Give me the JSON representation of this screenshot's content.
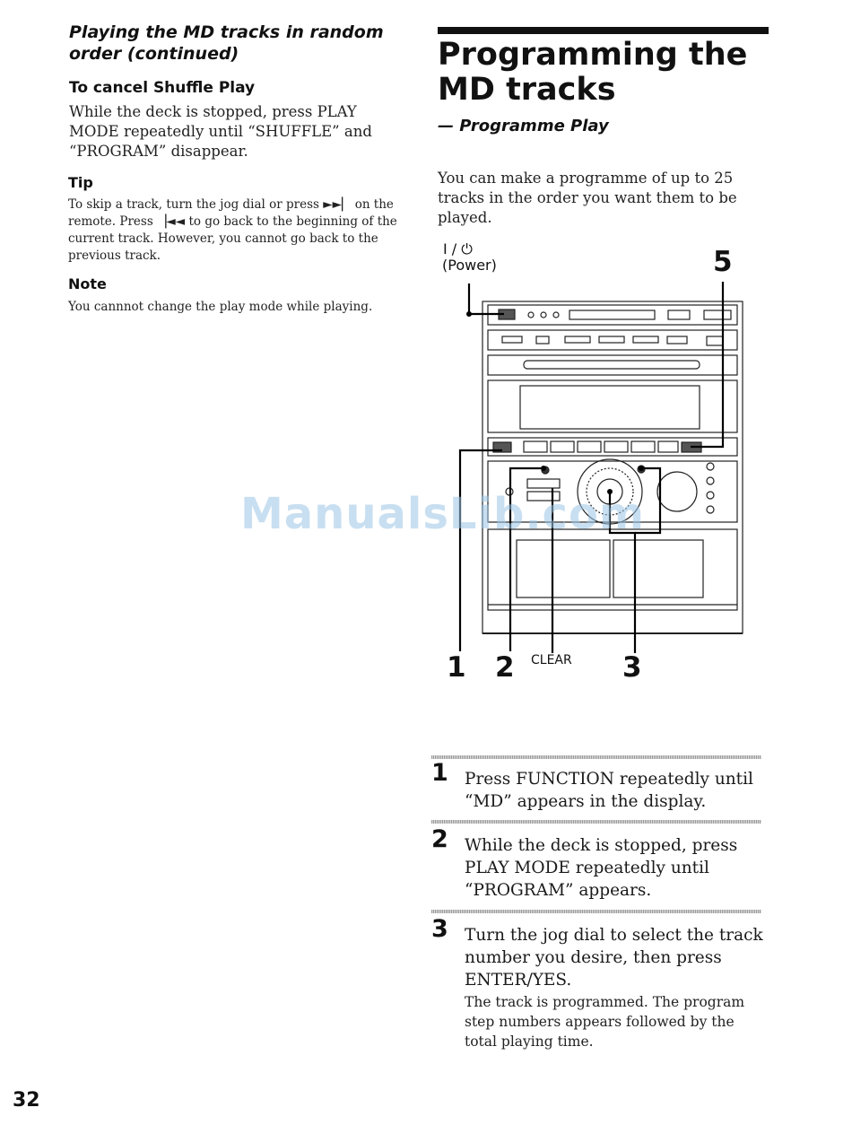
{
  "left": {
    "continued_heading": "Playing the MD tracks in random order (continued)",
    "cancel_heading": "To cancel Shuffle Play",
    "cancel_text": "While the deck is stopped, press PLAY MODE repeatedly until “SHUFFLE” and “PROGRAM” disappear.",
    "tip_heading": "Tip",
    "tip_text": "To skip a track, turn the jog dial or press ►►▏ on the remote. Press ▕◄◄ to go back to the beginning of the current track. However, you cannot go back to the previous track.",
    "note_heading": "Note",
    "note_text": "You cannnot change the play mode while playing."
  },
  "right": {
    "title": "Programming the MD tracks",
    "subtitle": "— Programme Play",
    "intro": "You can make a programme of up to 25 tracks in the order you want them to be played."
  },
  "diagram": {
    "power_symbol": "I / ⏻",
    "power_label": "(Power)",
    "callout_5": "5",
    "callout_1": "1",
    "callout_2": "2",
    "clear_label": "CLEAR",
    "callout_3": "3"
  },
  "steps": [
    {
      "number": "1",
      "text": "Press FUNCTION repeatedly until “MD” appears in the display."
    },
    {
      "number": "2",
      "text": "While the deck is stopped, press PLAY MODE repeatedly until “PROGRAM” appears."
    },
    {
      "number": "3",
      "text": "Turn the jog dial to select the track number you desire, then press ENTER/YES.",
      "note": "The track is programmed. The program step numbers appears followed by the total playing time."
    }
  ],
  "page_number": "32",
  "watermark": "ManualsLib.com"
}
